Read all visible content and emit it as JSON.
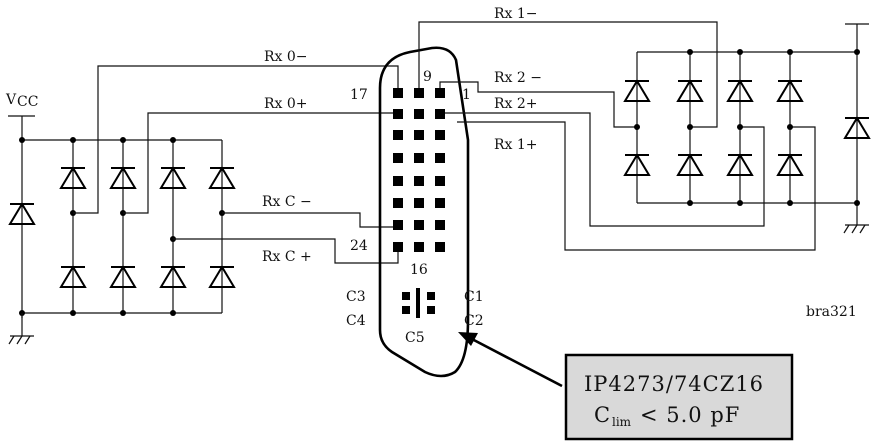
{
  "diagram": {
    "supply_label": "V",
    "supply_sub": "CC",
    "signals": {
      "rx0_minus": "Rx 0−",
      "rx0_plus": "Rx 0+",
      "rx1_minus": "Rx 1−",
      "rx1_plus": "Rx 1+",
      "rx2_minus": "Rx 2 −",
      "rx2_plus": "Rx 2+",
      "rxc_minus": "Rx C −",
      "rxc_plus": "Rx C +"
    },
    "pins": {
      "p17": "17",
      "p9": "9",
      "p1": "1",
      "p24": "24",
      "p16": "16",
      "c1": "C1",
      "c2": "C2",
      "c3": "C3",
      "c4": "C4",
      "c5": "C5"
    },
    "figure_id": "bra321",
    "part_box": {
      "line1": "IP4273/74CZ16",
      "line2_pre": "C",
      "line2_sub": "lim",
      "line2_post": "< 5.0  pF"
    }
  }
}
